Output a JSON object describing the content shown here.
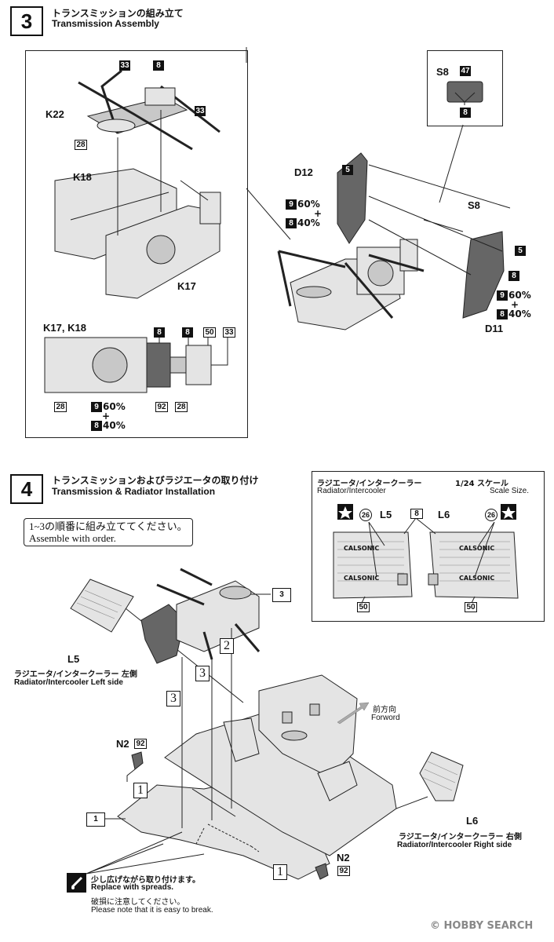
{
  "step3": {
    "number": "3",
    "title_jp": "トランスミッションの組み立て",
    "title_en": "Transmission Assembly",
    "labels": {
      "k22": "K22",
      "k18": "K18",
      "k17": "K17",
      "k17k18": "K17, K18",
      "d12": "D12",
      "d11": "D11",
      "s8_top": "S8",
      "s8_mid": "S8"
    },
    "color_badges": {
      "c33": "33",
      "c8": "8",
      "c28": "28",
      "c50": "50",
      "c92": "92",
      "c47": "47",
      "c5": "5",
      "c9": "9"
    },
    "mix": {
      "pct60": "60%",
      "plus": "+",
      "pct40": "40%"
    }
  },
  "step4": {
    "number": "4",
    "title_jp": "トランスミッションおよびラジエータの取り付け",
    "title_en": "Transmission & Radiator Installation",
    "note_jp": "1~3の順番に組み立ててください。",
    "note_en": "Assemble with order.",
    "ref_step": "3",
    "seq": {
      "one": "1",
      "two": "2",
      "three": "3"
    },
    "inset": {
      "title_jp": "ラジエータ/インタークーラー",
      "title_en": "Radiator/Intercooler",
      "scale_jp": "1/24 スケール",
      "scale_en": "Scale Size.",
      "l5": "L5",
      "l6": "L6",
      "c26": "26",
      "c8": "8",
      "c50": "50",
      "brand": "CALSONIC"
    },
    "l5": {
      "code": "L5",
      "jp": "ラジエータ/インタークーラー 左側",
      "en": "Radiator/Intercooler Left side"
    },
    "l6": {
      "code": "L6",
      "jp": "ラジエータ/インタークーラー 右側",
      "en": "Radiator/Intercooler Right side"
    },
    "forward_jp": "前方向",
    "forward_en": "Forword",
    "n2": "N2",
    "c92": "92",
    "part1": "1",
    "caution_jp1": "少し広げながら取り付けます。",
    "caution_en1": "Replace with spreads.",
    "caution_jp2": "破損に注意してください。",
    "caution_en2": "Please note that it is easy to break."
  },
  "watermark": "© HOBBY SEARCH"
}
